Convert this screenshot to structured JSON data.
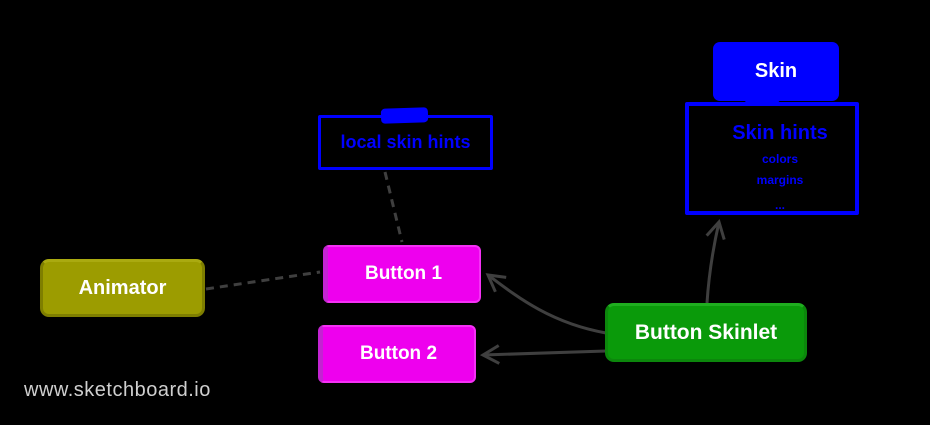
{
  "watermark": "www.sketchboard.io",
  "colors": {
    "background": "#000000",
    "blue": "#0000ff",
    "magenta": "#ee00ee",
    "olive": "#9c9c00",
    "green": "#0a9a0a",
    "connector_gray": "#3f3f3f",
    "watermark_gray": "#cfcfcf",
    "label_white": "#ffffff"
  },
  "nodes": {
    "skin": {
      "label": "Skin"
    },
    "skin_hints": {
      "title": "Skin hints",
      "items": [
        "colors",
        "margins",
        "..."
      ]
    },
    "local_skin_hints": {
      "label": "local skin hints"
    },
    "animator": {
      "label": "Animator"
    },
    "button1": {
      "label": "Button 1"
    },
    "button2": {
      "label": "Button 2"
    },
    "button_skinlet": {
      "label": "Button Skinlet"
    }
  },
  "edges": [
    {
      "from": "Animator",
      "to": "Button 1",
      "style": "dashed",
      "arrow": false
    },
    {
      "from": "local skin hints",
      "to": "Button 1",
      "style": "dashed",
      "arrow": false
    },
    {
      "from": "Button Skinlet",
      "to": "Button 1",
      "style": "solid",
      "arrow": true
    },
    {
      "from": "Button Skinlet",
      "to": "Button 2",
      "style": "solid",
      "arrow": true
    },
    {
      "from": "Button Skinlet",
      "to": "Skin hints",
      "style": "solid",
      "arrow": true
    }
  ]
}
